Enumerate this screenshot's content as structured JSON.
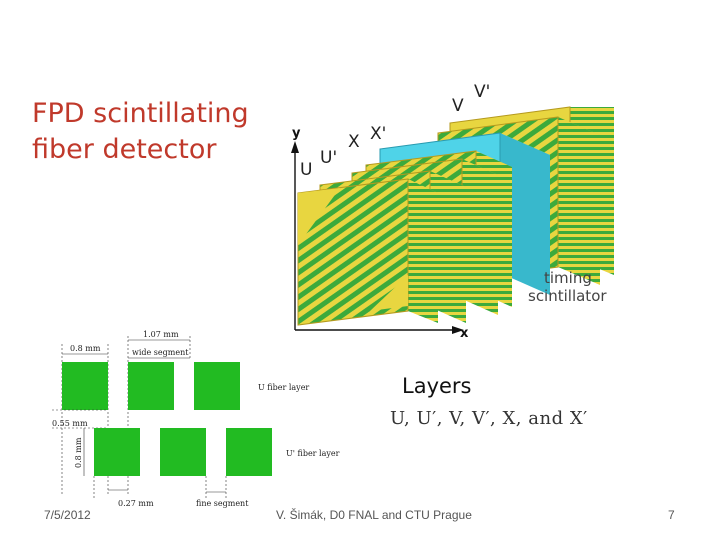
{
  "slide": {
    "title_lines": [
      "FPD scintillating",
      "fiber detector"
    ],
    "layers_heading": "Layers",
    "layers_formula": "U, U′, V, V′, X, and X′",
    "footer": {
      "date": "7/5/2012",
      "center": "V. Šimák, D0 FNAL and CTU Prague",
      "page": "7"
    }
  },
  "detector_diagram": {
    "axis_y_label": "y",
    "axis_x_label": "x",
    "layer_labels": [
      "U",
      "U'",
      "X",
      "X'",
      "V",
      "V'"
    ],
    "timing_label_lines": [
      "timing",
      "scintillator"
    ],
    "colors": {
      "yellow": "#e8d640",
      "green_stripe": "#3caa3c",
      "cyan": "#4fd3e8",
      "olive_edge": "#b59a1e"
    }
  },
  "segment_diagram": {
    "dim_top": "1.07 mm",
    "dim_width": "0.8 mm",
    "label_wide_segment": "wide segment",
    "dim_gap": "0.55 mm",
    "dim_height": "0.8 mm",
    "label_u_layer": "U fiber layer",
    "label_u_prime_layer": "U' fiber layer",
    "dim_bottom": "0.27 mm",
    "label_fine_segment": "fine segment",
    "color_segment": "#22bb22"
  }
}
